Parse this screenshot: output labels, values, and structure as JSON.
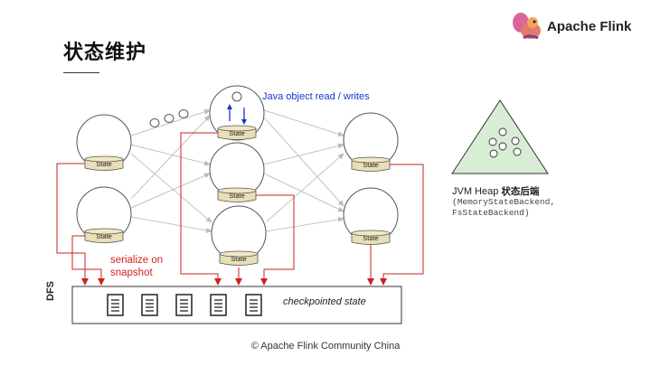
{
  "header": {
    "title": "状态维护",
    "brand": "Apache Flink",
    "logo_icon": "squirrel-logo-icon"
  },
  "diagram": {
    "state_label": "State",
    "java_note": "Java object read / writes",
    "serialize_note": "serialize on\nsnapshot",
    "dfs_label": "DFS",
    "checkpointed_label": "checkpointed state",
    "document_icon": "document-icon",
    "colors": {
      "java_note": "#1a33cc",
      "arrows": "#cc2222",
      "triangle_fill": "#d8ecd6",
      "state_fill": "#e9dfb6"
    }
  },
  "heap": {
    "title_latin": "JVM Heap ",
    "title_cjk": "状态后端",
    "backends": "(MemoryStateBackend,\nFsStateBackend)"
  },
  "footer": {
    "copyright": "© Apache Flink Community China"
  }
}
